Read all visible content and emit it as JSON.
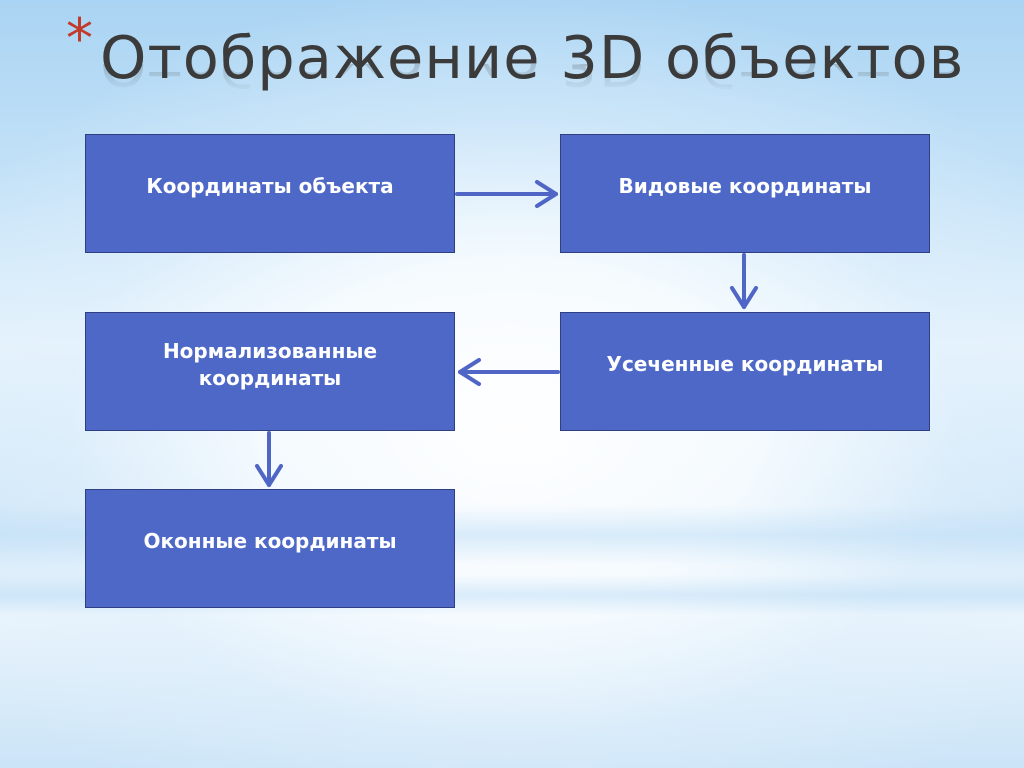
{
  "slide": {
    "bullet_symbol": "*",
    "title": "Отображение 3D объектов"
  },
  "diagram": {
    "boxes": [
      {
        "id": "object",
        "label": "Координаты объекта"
      },
      {
        "id": "view",
        "label": "Видовые координаты"
      },
      {
        "id": "clip",
        "label": "Усеченные координаты"
      },
      {
        "id": "normalized",
        "label": "Нормализованные координаты"
      },
      {
        "id": "window",
        "label": "Оконные координаты"
      }
    ],
    "arrows": [
      {
        "from": "object",
        "to": "view"
      },
      {
        "from": "view",
        "to": "clip"
      },
      {
        "from": "clip",
        "to": "normalized"
      },
      {
        "from": "normalized",
        "to": "window"
      }
    ],
    "colors": {
      "box_fill": "#4e68c8",
      "box_border": "#2f3f82",
      "box_text": "#ffffff",
      "arrow": "#4f66c6",
      "title_text": "#3b3b3b",
      "bullet": "#c0392b"
    }
  }
}
